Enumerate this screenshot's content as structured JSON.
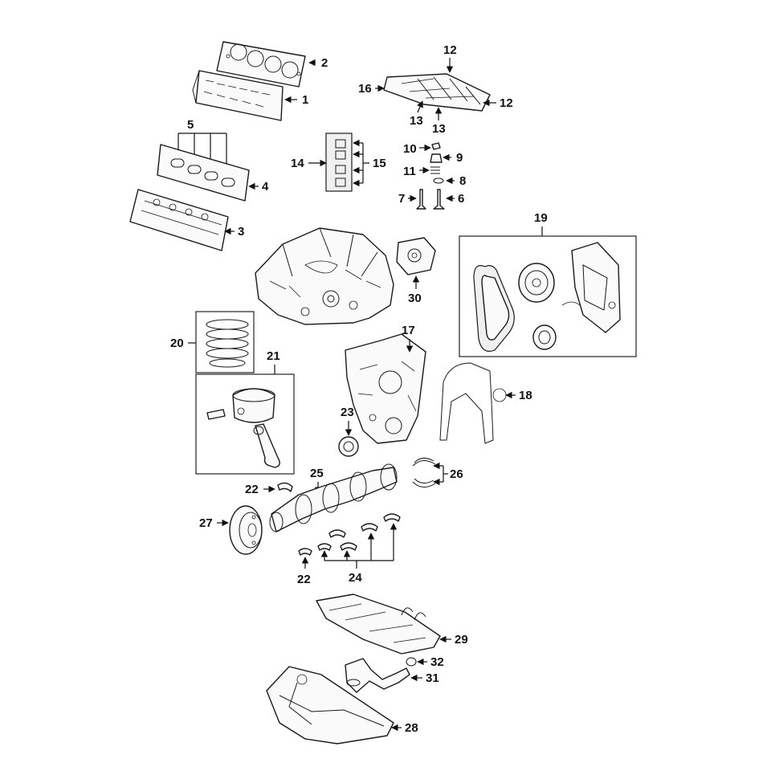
{
  "callouts": {
    "c1": "1",
    "c2": "2",
    "c3": "3",
    "c4": "4",
    "c5": "5",
    "c6": "6",
    "c7": "7",
    "c8": "8",
    "c9": "9",
    "c10": "10",
    "c11": "11",
    "c12a": "12",
    "c12b": "12",
    "c13a": "13",
    "c13b": "13",
    "c14": "14",
    "c15": "15",
    "c16": "16",
    "c17": "17",
    "c18": "18",
    "c19": "19",
    "c20": "20",
    "c21": "21",
    "c22a": "22",
    "c22b": "22",
    "c23": "23",
    "c24": "24",
    "c25": "25",
    "c26": "26",
    "c27": "27",
    "c28": "28",
    "c29": "29",
    "c30": "30",
    "c31": "31",
    "c32": "32"
  },
  "colors": {
    "ink": "#111111",
    "paper": "#ffffff"
  }
}
